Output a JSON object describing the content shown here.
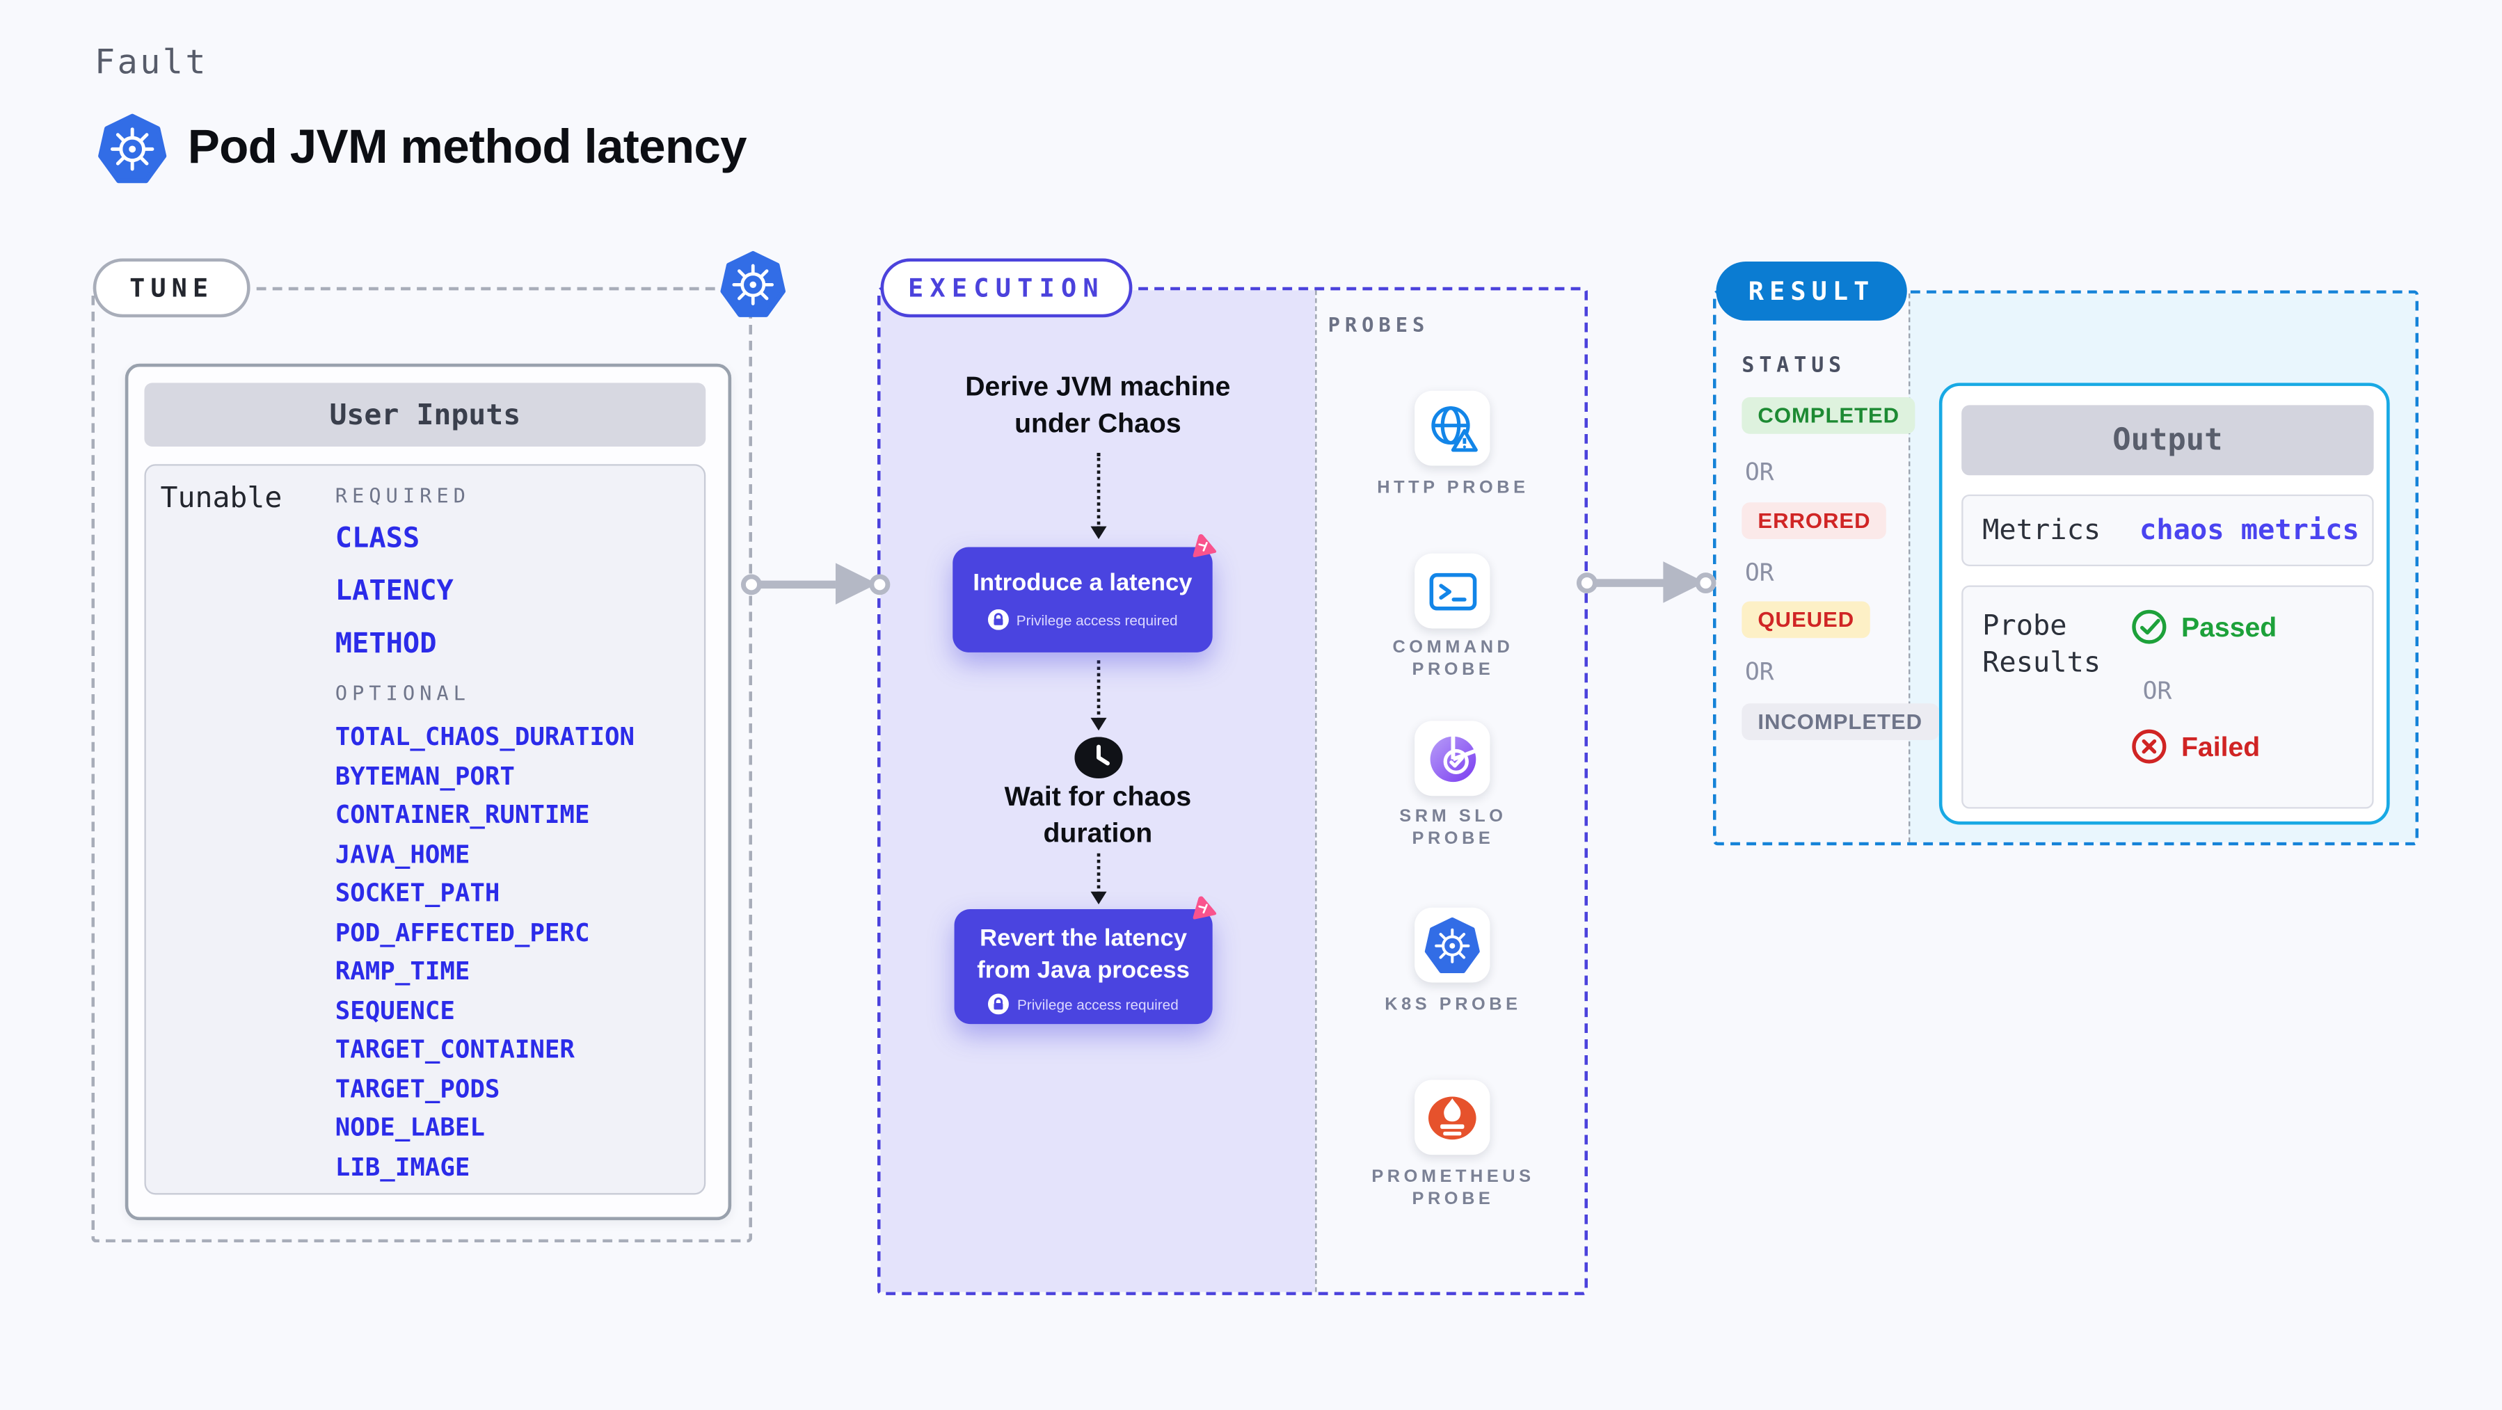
{
  "page": {
    "eyebrow": "Fault",
    "title": "Pod JVM method latency"
  },
  "tune": {
    "pill": "TUNE",
    "card_title": "User Inputs",
    "row_label": "Tunable",
    "required_label": "REQUIRED",
    "required_params": [
      "CLASS",
      "LATENCY",
      "METHOD"
    ],
    "optional_label": "OPTIONAL",
    "optional_params": [
      "TOTAL_CHAOS_DURATION",
      "BYTEMAN_PORT",
      "CONTAINER_RUNTIME",
      "JAVA_HOME",
      "SOCKET_PATH",
      "POD_AFFECTED_PERC",
      "RAMP_TIME",
      "SEQUENCE",
      "TARGET_CONTAINER",
      "TARGET_PODS",
      "NODE_LABEL",
      "LIB_IMAGE"
    ]
  },
  "execution": {
    "pill": "EXECUTION",
    "step1": "Derive JVM machine under Chaos",
    "action1_title": "Introduce a latency",
    "privilege_note": "Privilege access required",
    "wait_text": "Wait for chaos duration",
    "action2_title": "Revert the latency from Java process",
    "probes_label": "PROBES",
    "probes": [
      {
        "label": "HTTP PROBE",
        "icon": "globe-alert-icon"
      },
      {
        "label": "COMMAND PROBE",
        "icon": "terminal-icon"
      },
      {
        "label": "SRM SLO PROBE",
        "icon": "slo-pie-icon"
      },
      {
        "label": "K8S PROBE",
        "icon": "kubernetes-icon"
      },
      {
        "label": "PROMETHEUS PROBE",
        "icon": "prometheus-icon"
      }
    ]
  },
  "result": {
    "pill": "RESULT",
    "status_label": "STATUS",
    "or_label": "OR",
    "badges": [
      {
        "text": "COMPLETED",
        "type": "success"
      },
      {
        "text": "ERRORED",
        "type": "error"
      },
      {
        "text": "QUEUED",
        "type": "warning"
      },
      {
        "text": "INCOMPLETED",
        "type": "neutral"
      }
    ],
    "output": {
      "title": "Output",
      "metrics_label": "Metrics",
      "metrics_value": "chaos metrics",
      "probe_results_label": "Probe Results",
      "passed": "Passed",
      "or_label": "OR",
      "failed": "Failed"
    }
  },
  "colors": {
    "page_bg": "#f8f9fd",
    "kubernetes_blue": "#326de6",
    "execution_accent": "#4b42dc",
    "execution_bg": "#e4e3fb",
    "action_purple": "#4a44e0",
    "result_accent": "#0b7cd2",
    "result_panel_bg": "#e9f6fd",
    "output_border": "#18a9e4",
    "param_blue": "#2b2be9",
    "metrics_value_blue": "#4a44f0",
    "passed_green": "#1da13a",
    "failed_red": "#d02424",
    "chaos_pink": "#f9538d",
    "prometheus_orange": "#e6522c"
  }
}
